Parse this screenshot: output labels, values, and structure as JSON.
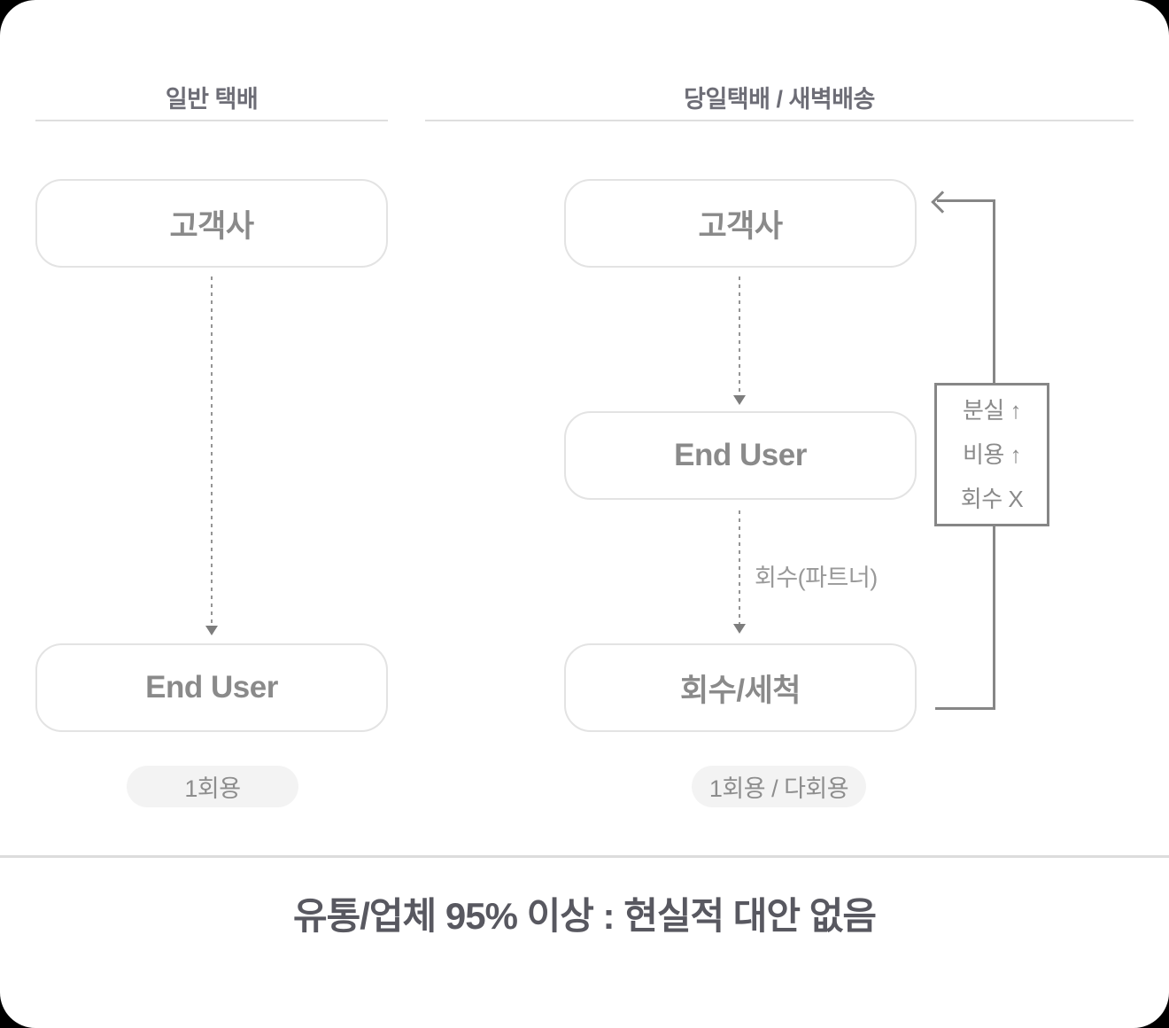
{
  "colors": {
    "card_bg": "#ffffff",
    "title_text": "#6d6d76",
    "header_rule": "#dedede",
    "node_border": "#e3e3e3",
    "node_text": "#8a8a8a",
    "dashed_line": "#949494",
    "loop_line": "#868686",
    "badge_bg": "#f3f3f3",
    "badge_text": "#8d8d8d",
    "footer_divider": "#dcdcdc",
    "headline_text": "#585860"
  },
  "left_flow": {
    "title": "일반 택배",
    "node_top": "고객사",
    "node_bottom": "End User",
    "badge": "1회용"
  },
  "right_flow": {
    "title": "당일택배 / 새벽배송",
    "node_top": "고객사",
    "node_mid": "End User",
    "node_bottom": "회수/세척",
    "edge_label": "회수(파트너)",
    "badge": "1회용 / 다회용",
    "loop_notes": [
      "분실 ↑",
      "비용 ↑",
      "회수 X"
    ]
  },
  "footer": {
    "headline": "유통/업체 95% 이상 : 현실적 대안 없음"
  }
}
